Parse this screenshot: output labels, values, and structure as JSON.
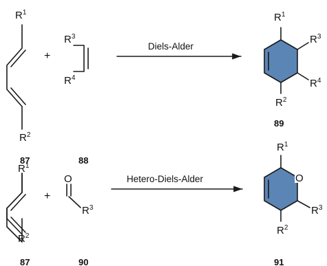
{
  "reactions": [
    {
      "diene": {
        "sub_top": "R",
        "sub_top_sup": "1",
        "sub_bottom": "R",
        "sub_bottom_sup": "2",
        "number": "87"
      },
      "plus": "+",
      "partner": {
        "sub_top": "R",
        "sub_top_sup": "3",
        "sub_bottom": "R",
        "sub_bottom_sup": "4",
        "number": "88"
      },
      "arrow_label": "Diels-Alder",
      "product": {
        "sub_1": "R",
        "sub_1_sup": "1",
        "sub_3": "R",
        "sub_3_sup": "3",
        "sub_4": "R",
        "sub_4_sup": "4",
        "sub_2": "R",
        "sub_2_sup": "2",
        "number": "89"
      }
    },
    {
      "diene": {
        "sub_top": "R",
        "sub_top_sup": "1",
        "sub_bottom": "R",
        "sub_bottom_sup": "2",
        "number": "87"
      },
      "plus": "+",
      "partner": {
        "heteroatom": "O",
        "sub": "R",
        "sub_sup": "3",
        "number": "90"
      },
      "arrow_label": "Hetero-Diels-Alder",
      "product": {
        "sub_1": "R",
        "sub_1_sup": "1",
        "heteroatom": "O",
        "sub_3": "R",
        "sub_3_sup": "3",
        "sub_2": "R",
        "sub_2_sup": "2",
        "number": "91"
      }
    }
  ],
  "colors": {
    "ring_fill": "#5b85b5",
    "ink": "#1a1a1a"
  }
}
